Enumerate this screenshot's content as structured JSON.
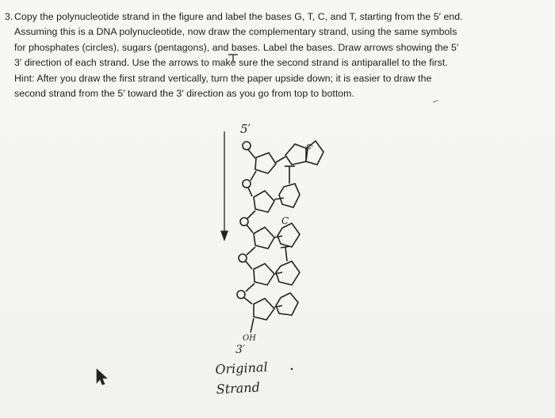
{
  "question": {
    "number": "3.",
    "lines": [
      "Copy the polynucleotide strand in the figure and label the bases G, T, C, and T, starting from the 5′ end.",
      "Assuming this is a DNA polynucleotide, now draw the complementary strand, using the same symbols",
      "for phosphates (circles), sugars (pentagons), and bases. Label the bases. Draw arrows showing the 5′",
      "3′ direction of each strand. Use the arrows to make sure the second strand is antiparallel to the first.",
      "Hint: After you draw the first strand vertically, turn the paper upside down; it is easier to draw the",
      "second strand from the 5′ toward the 3′ direction as you go from top to bottom."
    ]
  },
  "figure": {
    "five_prime_label": "5′",
    "three_prime_label": "3′",
    "oh_label": "OH",
    "base_labels": [
      "G",
      "T",
      "C",
      "T"
    ],
    "caption_line1": "Original",
    "caption_line2": "Strand"
  }
}
